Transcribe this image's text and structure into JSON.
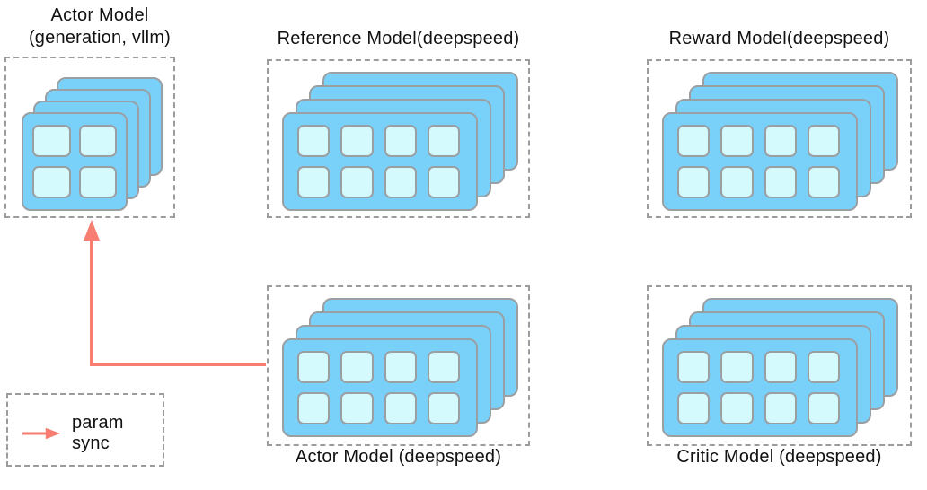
{
  "diagram": {
    "groups": [
      {
        "id": "actor-vllm",
        "title": "Actor Model",
        "subtitle": "(generation, vllm)",
        "label_position": "top",
        "engine_grid": {
          "columns": 2,
          "rows": 2,
          "stack": 4
        }
      },
      {
        "id": "reference",
        "title": "Reference Model(deepspeed)",
        "label_position": "top",
        "engine_grid": {
          "columns": 4,
          "rows": 2,
          "stack": 4
        }
      },
      {
        "id": "reward",
        "title": "Reward Model(deepspeed)",
        "label_position": "top",
        "engine_grid": {
          "columns": 4,
          "rows": 2,
          "stack": 4
        }
      },
      {
        "id": "actor-ds",
        "title": "Actor Model (deepspeed)",
        "label_position": "bottom",
        "engine_grid": {
          "columns": 4,
          "rows": 2,
          "stack": 4
        }
      },
      {
        "id": "critic",
        "title": "Critic Model (deepspeed)",
        "label_position": "bottom",
        "engine_grid": {
          "columns": 4,
          "rows": 2,
          "stack": 4
        }
      }
    ],
    "arrow": {
      "from": "actor-ds",
      "to": "actor-vllm",
      "meaning": "param sync"
    },
    "legend": {
      "label": "param sync",
      "icon": "right-arrow"
    },
    "colors": {
      "card_fill": "#79d1f9",
      "cell_fill": "#d5fafd",
      "outline": "#9a9fa4",
      "dashed_border": "#9c9c9c",
      "arrow": "#f87e72",
      "text": "#111111"
    }
  }
}
